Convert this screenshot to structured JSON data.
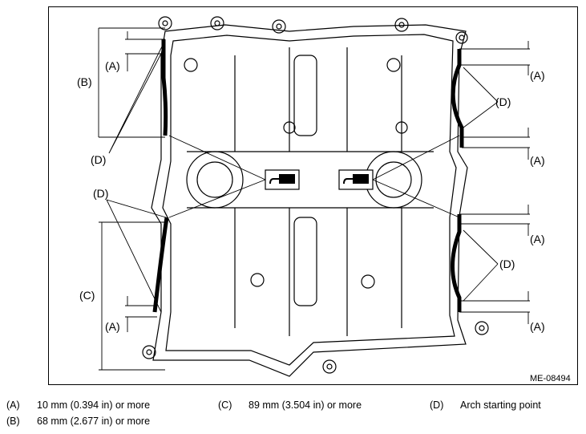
{
  "figure": {
    "code": "ME-08494",
    "callouts": {
      "A": "(A)",
      "B": "(B)",
      "C": "(C)",
      "D": "(D)"
    }
  },
  "legend": [
    {
      "key": "(A)",
      "text": "10 mm (0.394 in) or more"
    },
    {
      "key": "(B)",
      "text": "68 mm (2.677 in) or more"
    },
    {
      "key": "(C)",
      "text": "89 mm (3.504 in) or more"
    },
    {
      "key": "(D)",
      "text": "Arch starting point"
    }
  ]
}
